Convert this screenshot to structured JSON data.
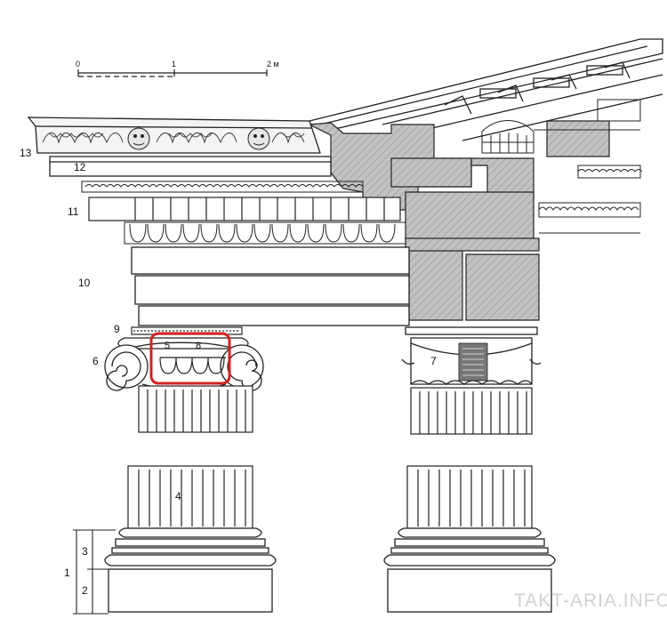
{
  "scale_bar": {
    "ticks": [
      "0",
      "1",
      "2 м"
    ]
  },
  "labels": {
    "l1": "1",
    "l2": "2",
    "l3": "3",
    "l4": "4",
    "l5": "5",
    "l6": "6",
    "l7": "7",
    "l8": "8",
    "l9": "9",
    "l10": "10",
    "l11": "11",
    "l12": "12",
    "l13": "13"
  },
  "watermark": "TAKT-ARIA.INFO",
  "colors": {
    "ink": "#222222",
    "section_fill": "#b9b9b9",
    "highlight": "#d42020",
    "watermark": "#d2d2d2"
  }
}
